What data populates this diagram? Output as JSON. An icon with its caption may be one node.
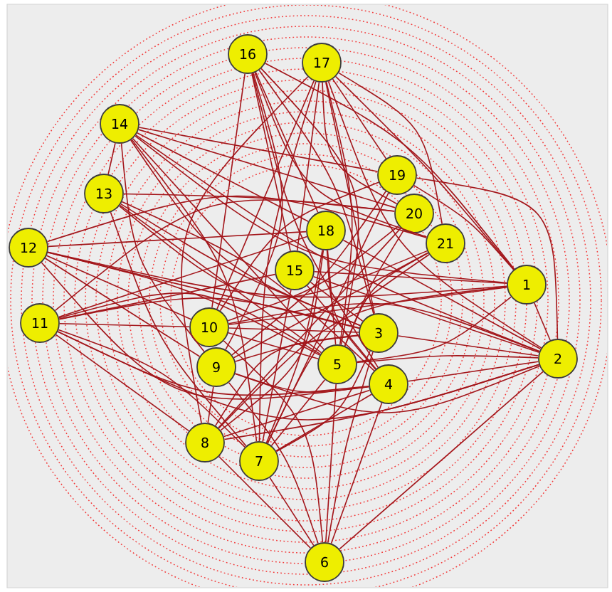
{
  "diagram": {
    "nodes": [
      {
        "text": [
          "1"
        ]
      },
      {
        "text": [
          "2"
        ]
      },
      {
        "text": [
          "3"
        ]
      },
      {
        "text": [
          "4"
        ]
      },
      {
        "text": [
          "5"
        ]
      },
      {
        "text": [
          "6"
        ]
      },
      {
        "text": [
          "7"
        ]
      },
      {
        "text": [
          "8"
        ]
      },
      {
        "text": [
          "9"
        ]
      },
      {
        "text": [
          "10"
        ]
      },
      {
        "text": [
          "11"
        ]
      },
      {
        "text": [
          "12"
        ]
      },
      {
        "text": [
          "13"
        ]
      },
      {
        "text": [
          "14"
        ]
      },
      {
        "text": [
          "15"
        ]
      },
      {
        "text": [
          "16"
        ]
      },
      {
        "text": [
          "17"
        ]
      },
      {
        "text": [
          "18"
        ]
      },
      {
        "text": [
          "19"
        ]
      },
      {
        "text": [
          "20"
        ]
      },
      {
        "text": [
          "21"
        ]
      }
    ],
    "edges": [
      {
        "from": 15,
        "to": 14,
        "arrow": "none"
      },
      {
        "from": 15,
        "to": 9,
        "arrow": "none"
      },
      {
        "from": 15,
        "to": 8,
        "arrow": "none"
      },
      {
        "from": 15,
        "to": 4,
        "arrow": "none"
      },
      {
        "from": 15,
        "to": 2,
        "arrow": "none"
      },
      {
        "from": 15,
        "to": 0,
        "arrow": "none"
      },
      {
        "from": 15,
        "to": 20,
        "arrow": "none"
      },
      {
        "from": 15,
        "to": 3,
        "arrow": "none"
      },
      {
        "from": 15,
        "to": 17,
        "arrow": "none"
      },
      {
        "from": 16,
        "to": 0,
        "arrow": "none"
      },
      {
        "from": 16,
        "to": 1,
        "arrow": "none"
      },
      {
        "from": 16,
        "to": 20,
        "arrow": "none"
      },
      {
        "from": 16,
        "to": 19,
        "arrow": "none"
      },
      {
        "from": 16,
        "to": 14,
        "arrow": "none"
      },
      {
        "from": 16,
        "to": 6,
        "arrow": "none"
      },
      {
        "from": 16,
        "to": 7,
        "arrow": "none"
      },
      {
        "from": 16,
        "to": 9,
        "arrow": "none"
      },
      {
        "from": 16,
        "to": 4,
        "arrow": "none"
      },
      {
        "from": 16,
        "to": 2,
        "arrow": "none"
      },
      {
        "from": 16,
        "to": 18,
        "arrow": "none"
      },
      {
        "from": 13,
        "to": 12,
        "arrow": "none"
      },
      {
        "from": 13,
        "to": 0,
        "arrow": "none"
      },
      {
        "from": 13,
        "to": 18,
        "arrow": "none"
      },
      {
        "from": 13,
        "to": 19,
        "arrow": "none"
      },
      {
        "from": 13,
        "to": 17,
        "arrow": "none"
      },
      {
        "from": 13,
        "to": 2,
        "arrow": "none"
      },
      {
        "from": 13,
        "to": 4,
        "arrow": "none"
      },
      {
        "from": 13,
        "to": 8,
        "arrow": "none"
      },
      {
        "from": 13,
        "to": 6,
        "arrow": "none"
      },
      {
        "from": 13,
        "to": 1,
        "arrow": "none"
      },
      {
        "from": 12,
        "to": 20,
        "arrow": "none"
      },
      {
        "from": 12,
        "to": 19,
        "arrow": "none"
      },
      {
        "from": 12,
        "to": 2,
        "arrow": "none"
      },
      {
        "from": 12,
        "to": 4,
        "arrow": "none"
      },
      {
        "from": 12,
        "to": 6,
        "arrow": "none"
      },
      {
        "from": 12,
        "to": 3,
        "arrow": "none"
      },
      {
        "from": 11,
        "to": 0,
        "arrow": "none"
      },
      {
        "from": 11,
        "to": 20,
        "arrow": "none"
      },
      {
        "from": 11,
        "to": 17,
        "arrow": "none"
      },
      {
        "from": 11,
        "to": 2,
        "arrow": "none"
      },
      {
        "from": 11,
        "to": 4,
        "arrow": "none"
      },
      {
        "from": 11,
        "to": 3,
        "arrow": "none"
      },
      {
        "from": 11,
        "to": 8,
        "arrow": "none"
      },
      {
        "from": 11,
        "to": 9,
        "arrow": "none"
      },
      {
        "from": 10,
        "to": 7,
        "arrow": "none"
      },
      {
        "from": 10,
        "to": 6,
        "arrow": "none"
      },
      {
        "from": 10,
        "to": 9,
        "arrow": "none"
      },
      {
        "from": 10,
        "to": 2,
        "arrow": "none"
      },
      {
        "from": 10,
        "to": 4,
        "arrow": "none"
      },
      {
        "from": 10,
        "to": 1,
        "arrow": "none"
      },
      {
        "from": 10,
        "to": 19,
        "arrow": "none"
      },
      {
        "from": 10,
        "to": 17,
        "arrow": "none"
      },
      {
        "from": 10,
        "to": 14,
        "arrow": "none"
      },
      {
        "from": 10,
        "to": 3,
        "arrow": "none"
      },
      {
        "from": 5,
        "to": 6,
        "arrow": "none"
      },
      {
        "from": 5,
        "to": 7,
        "arrow": "none"
      },
      {
        "from": 5,
        "to": 4,
        "arrow": "none"
      },
      {
        "from": 5,
        "to": 3,
        "arrow": "none"
      },
      {
        "from": 5,
        "to": 2,
        "arrow": "none"
      },
      {
        "from": 5,
        "to": 1,
        "arrow": "none"
      },
      {
        "from": 5,
        "to": 8,
        "arrow": "none"
      },
      {
        "from": 5,
        "to": 9,
        "arrow": "none"
      },
      {
        "from": 1,
        "to": 0,
        "arrow": "none"
      },
      {
        "from": 1,
        "to": 4,
        "arrow": "none"
      },
      {
        "from": 1,
        "to": 2,
        "arrow": "none"
      },
      {
        "from": 1,
        "to": 3,
        "arrow": "none"
      },
      {
        "from": 1,
        "to": 9,
        "arrow": "none"
      },
      {
        "from": 1,
        "to": 8,
        "arrow": "none"
      },
      {
        "from": 1,
        "to": 7,
        "arrow": "none"
      },
      {
        "from": 1,
        "to": 14,
        "arrow": "none"
      },
      {
        "from": 1,
        "to": 17,
        "arrow": "none"
      },
      {
        "from": 1,
        "to": 18,
        "arrow": "none"
      },
      {
        "from": 0,
        "to": 9,
        "arrow": "none"
      },
      {
        "from": 0,
        "to": 14,
        "arrow": "none"
      },
      {
        "from": 0,
        "to": 7,
        "arrow": "none"
      },
      {
        "from": 0,
        "to": 4,
        "arrow": "none"
      },
      {
        "from": 0,
        "to": 18,
        "arrow": "none"
      },
      {
        "from": 18,
        "to": 8,
        "arrow": "none"
      },
      {
        "from": 18,
        "to": 6,
        "arrow": "none"
      },
      {
        "from": 18,
        "to": 9,
        "arrow": "none"
      },
      {
        "from": 19,
        "to": 9,
        "arrow": "none"
      },
      {
        "from": 19,
        "to": 7,
        "arrow": "none"
      },
      {
        "from": 19,
        "to": 4,
        "arrow": "none"
      },
      {
        "from": 20,
        "to": 8,
        "arrow": "none"
      },
      {
        "from": 20,
        "to": 6,
        "arrow": "none"
      },
      {
        "from": 20,
        "to": 4,
        "arrow": "none"
      },
      {
        "from": 17,
        "to": 6,
        "arrow": "none"
      },
      {
        "from": 17,
        "to": 7,
        "arrow": "none"
      },
      {
        "from": 17,
        "to": 3,
        "arrow": "none"
      },
      {
        "from": 17,
        "to": 4,
        "arrow": "none"
      },
      {
        "from": 14,
        "to": 3,
        "arrow": "none"
      },
      {
        "from": 14,
        "to": 6,
        "arrow": "none"
      },
      {
        "from": 14,
        "to": 2,
        "arrow": "none"
      },
      {
        "from": 9,
        "to": 2,
        "arrow": "none"
      },
      {
        "from": 9,
        "to": 4,
        "arrow": "none"
      },
      {
        "from": 8,
        "to": 2,
        "arrow": "none"
      },
      {
        "from": 8,
        "to": 3,
        "arrow": "none"
      },
      {
        "from": 7,
        "to": 2,
        "arrow": "none"
      },
      {
        "from": 7,
        "to": 3,
        "arrow": "none"
      },
      {
        "from": 6,
        "to": 2,
        "arrow": "none"
      },
      {
        "from": 6,
        "to": 3,
        "arrow": "none"
      },
      {
        "from": 6,
        "to": 4,
        "arrow": "none"
      },
      {
        "from": 7,
        "to": 8,
        "arrow": "none"
      }
    ]
  }
}
